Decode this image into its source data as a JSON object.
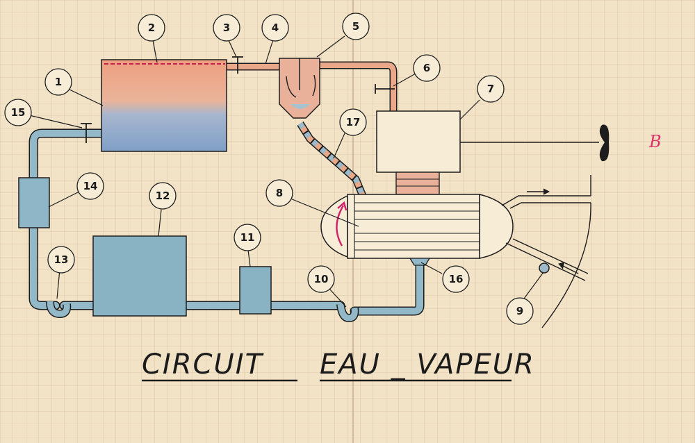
{
  "title": {
    "part1": "CIRCUIT",
    "part2": "EAU _ VAPEUR"
  },
  "corner_mark": "B",
  "callouts": [
    "1",
    "2",
    "3",
    "4",
    "5",
    "6",
    "7",
    "8",
    "9",
    "10",
    "11",
    "12",
    "13",
    "14",
    "15",
    "16",
    "17"
  ],
  "colors": {
    "paper": "#f3e3c6",
    "grid": "#d7bda2",
    "water": "#8fb6c6",
    "steam": "#e8a888",
    "ink": "#1b1b1b",
    "arrow": "#d0206a"
  }
}
